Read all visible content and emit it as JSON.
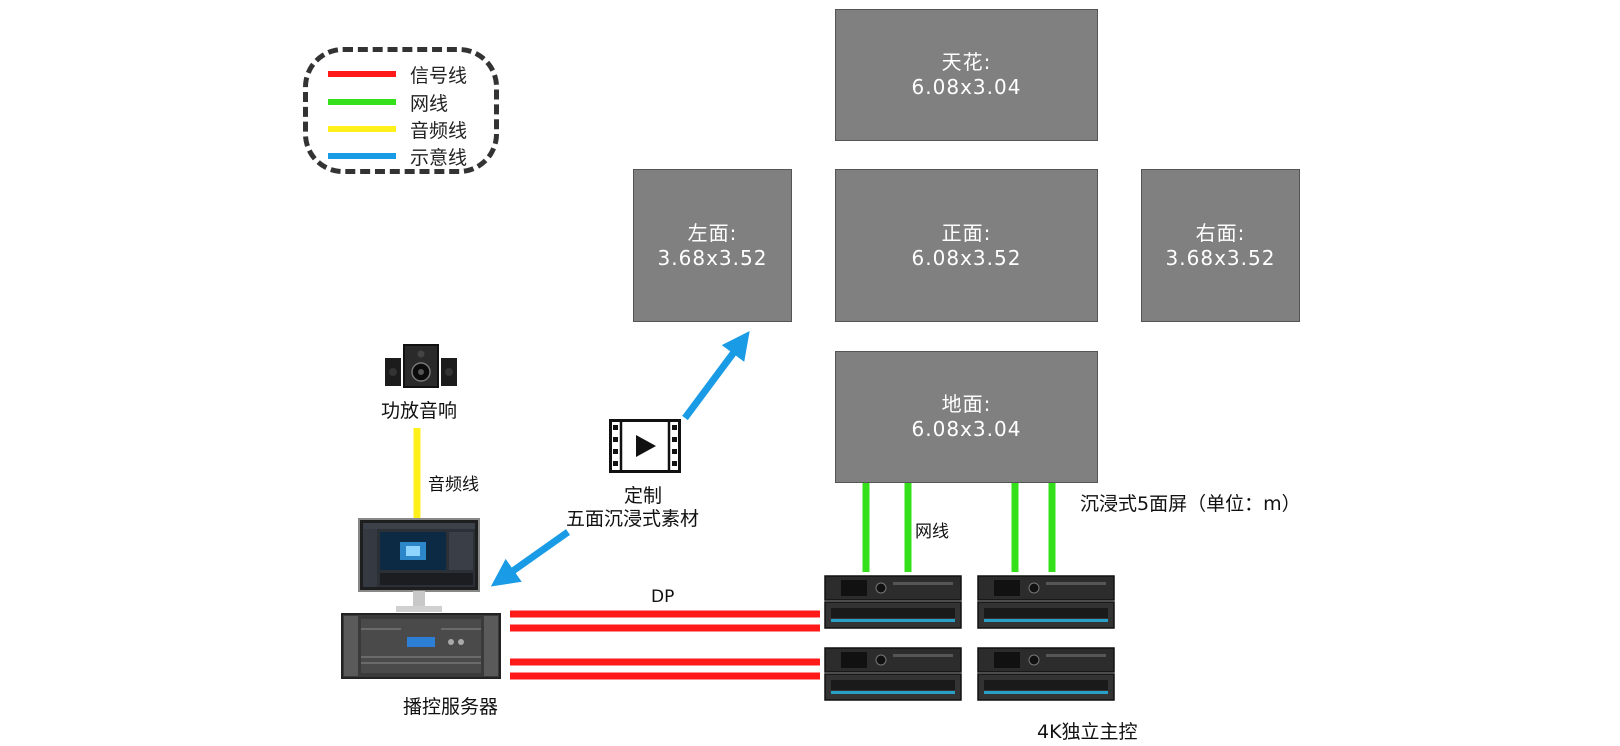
{
  "legend": {
    "items": [
      {
        "label": "信号线",
        "color": "#ff1a1a"
      },
      {
        "label": "网线",
        "color": "#33e01a"
      },
      {
        "label": "音频线",
        "color": "#fff01a"
      },
      {
        "label": "示意线",
        "color": "#1a9be6"
      }
    ]
  },
  "screens": {
    "ceiling": {
      "name": "天花:",
      "size": "6.08x3.04"
    },
    "left": {
      "name": "左面:",
      "size": "3.68x3.52"
    },
    "front": {
      "name": "正面:",
      "size": "6.08x3.52"
    },
    "right": {
      "name": "右面:",
      "size": "3.68x3.52"
    },
    "floor": {
      "name": "地面:",
      "size": "6.08x3.04"
    }
  },
  "labels": {
    "speaker": "功放音响",
    "audio_line": "音频线",
    "media_line1": "定制",
    "media_line2": "五面沉浸式素材",
    "dp": "DP",
    "net_line": "网线",
    "screen_caption": "沉浸式5面屏（单位：m）",
    "server": "播控服务器",
    "controller": "4K独立主控"
  },
  "colors": {
    "signal": "#ff1a1a",
    "network": "#33e01a",
    "audio": "#fff01a",
    "schematic": "#1a9be6",
    "panel": "#808080"
  }
}
